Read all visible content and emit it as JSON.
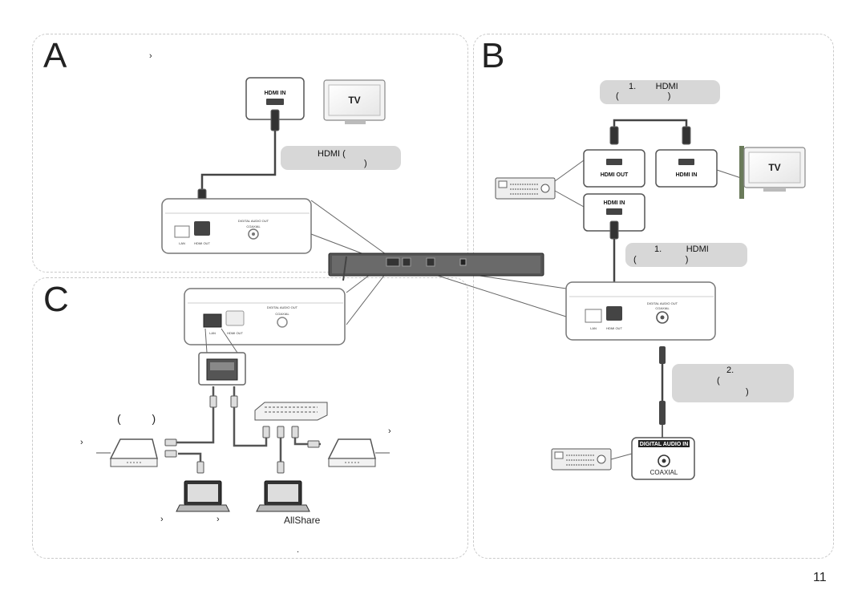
{
  "page_number": "11",
  "panels": {
    "A": {
      "letter": "A",
      "heading_fragment": "›",
      "note": {
        "line1": "HDMI (",
        "line2": ")"
      },
      "tv_label": "TV",
      "port_label": "HDMI IN"
    },
    "B": {
      "letter": "B",
      "note_top": {
        "line1": "1.        HDMI",
        "line2": "(                    )"
      },
      "note_mid": {
        "line1": "1.          HDMI",
        "line2": "(                    )"
      },
      "note_bottom": {
        "line1": "2.",
        "line2": "(",
        "line3": ")"
      },
      "tv_label": "TV",
      "port_hdmi_out": "HDMI OUT",
      "port_hdmi_in_tv": "HDMI IN",
      "port_hdmi_in_receiver": "HDMI IN",
      "digital_audio_in": "DIGITAL AUDIO IN",
      "coaxial": "COAXIAL"
    },
    "C": {
      "letter": "C",
      "paren_fragment": "(          )",
      "left_fragment": "›",
      "right_fragment": "›",
      "bottom_fragment_1": "›",
      "bottom_fragment_2": "›",
      "allshare": "AllShare",
      "period": "."
    }
  },
  "player_panel": {
    "lan": "LAN",
    "hdmi_out": "HDMI OUT",
    "digital_audio_out": "DIGITAL AUDIO OUT",
    "coaxial": "COAXIAL"
  }
}
